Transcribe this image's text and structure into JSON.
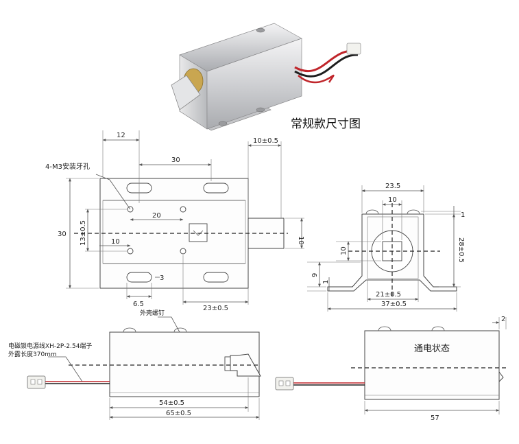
{
  "title": "常规款尺寸图",
  "state_label": "通电状态",
  "colors": {
    "wire_red": "#c0262b",
    "wire_black": "#1e1e1e",
    "metal": "#d9dadc",
    "brass": "#c9a650",
    "connector": "#f2f2ee"
  },
  "front_view": {
    "dim_12": "12",
    "dim_30_top": "30",
    "dim_10_05": "10±0.5",
    "screw_note": "4-M3安装牙孔",
    "dim_20": "20",
    "dim_30_left": "30",
    "dim_13_05": "13±0.5",
    "dim_10_inner": "10",
    "dim_10_plunger": "10",
    "dim_3": "3",
    "dim_6_5": "6.5",
    "dim_23_05": "23±0.5"
  },
  "side_view": {
    "dim_23_5": "23.5",
    "dim_10_top": "10",
    "dim_1_right": "1",
    "dim_28_05": "28±0.5",
    "dim_10_left": "10",
    "dim_9": "9",
    "dim_1_left": "1",
    "dim_21_05": "21±0.5",
    "dim_37_05": "37±0.5"
  },
  "bottom_left_view": {
    "shell_screw": "外壳螺钉",
    "wire_note_line1": "电磁锁电源线XH-2P-2.54端子",
    "wire_note_line2": "外露长度370mm",
    "dim_54_05": "54±0.5",
    "dim_65_05": "65±0.5"
  },
  "bottom_right_view": {
    "dim_2": "2",
    "dim_57": "57"
  }
}
